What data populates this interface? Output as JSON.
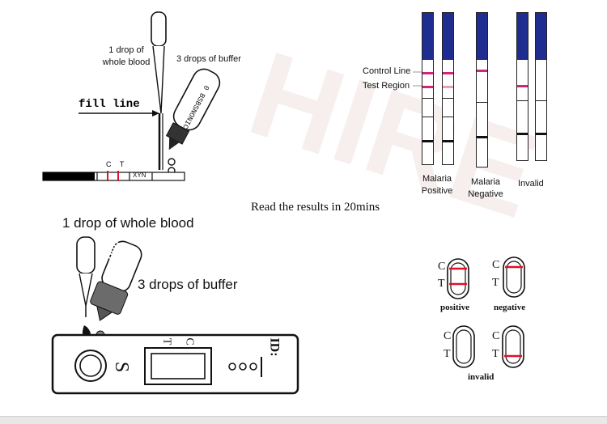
{
  "labels": {
    "drop_blood_top": "1 drop of\nwhole blood",
    "buffer_top": "3 drops of buffer",
    "fill_line": "fill line",
    "cassette_ct_top": "C T",
    "cassette_label_top": "XYN",
    "control_line": "Control Line",
    "test_region": "Test Region",
    "malaria_positive": "Malaria\nPositive",
    "malaria_negative": "Malaria\nNegative",
    "invalid_strip": "Invalid",
    "read_results": "Read the results in 20mins",
    "drop_blood_bottom": "1 drop of whole blood",
    "buffer_bottom": "3 drops of buffer",
    "buffer_bottle_text": "Buffer",
    "cassette_s": "S",
    "cassette_id": "ID:",
    "cassette_t": "T",
    "cassette_c": "C",
    "positive": "positive",
    "negative": "negative",
    "invalid": "invalid",
    "c_letter": "C",
    "t_letter": "T"
  },
  "colors": {
    "strip_cap": "#1e2d8f",
    "band_magenta": "#d1247f",
    "band_pale": "#e4a0b4",
    "result_line_red": "#e0102a",
    "dark_band": "#111111"
  }
}
